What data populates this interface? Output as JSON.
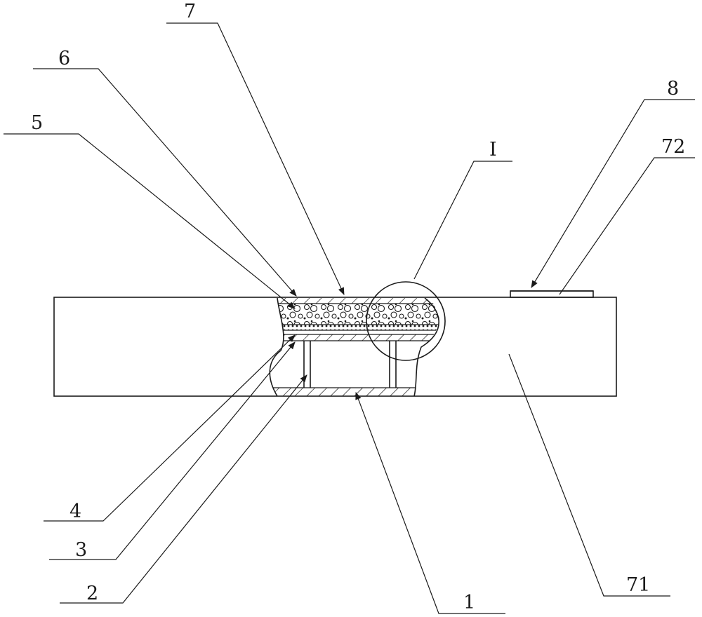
{
  "labels": {
    "l1": "1",
    "l2": "2",
    "l3": "3",
    "l4": "4",
    "l5": "5",
    "l6": "6",
    "l7": "7",
    "l8": "8",
    "l71": "71",
    "l72": "72",
    "detail": "I"
  },
  "colors": {
    "line": "#1a1a1a",
    "background": "#ffffff"
  }
}
